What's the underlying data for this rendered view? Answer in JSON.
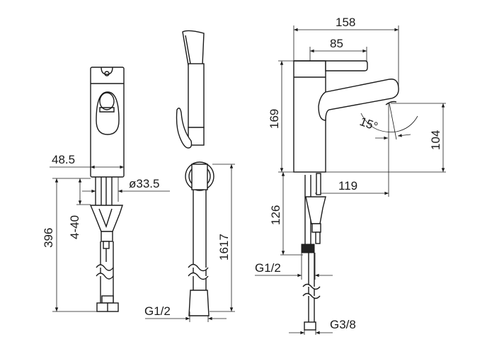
{
  "views": {
    "front": {
      "width_label": "48.5",
      "diameter_label": "ø33.5",
      "counter_thickness_label": "4-40",
      "total_length_label": "396"
    },
    "hand_shower": {
      "hose_length_label": "1617",
      "connection_label": "G1/2"
    },
    "side": {
      "overall_depth_label": "158",
      "lever_length_label": "85",
      "height_label": "169",
      "spout_height_label": "104",
      "spout_reach_label": "119",
      "angle_label": "15°",
      "shank_length_label": "126",
      "inlet_thread_label": "G1/2",
      "hose_thread_label": "G3/8"
    }
  }
}
